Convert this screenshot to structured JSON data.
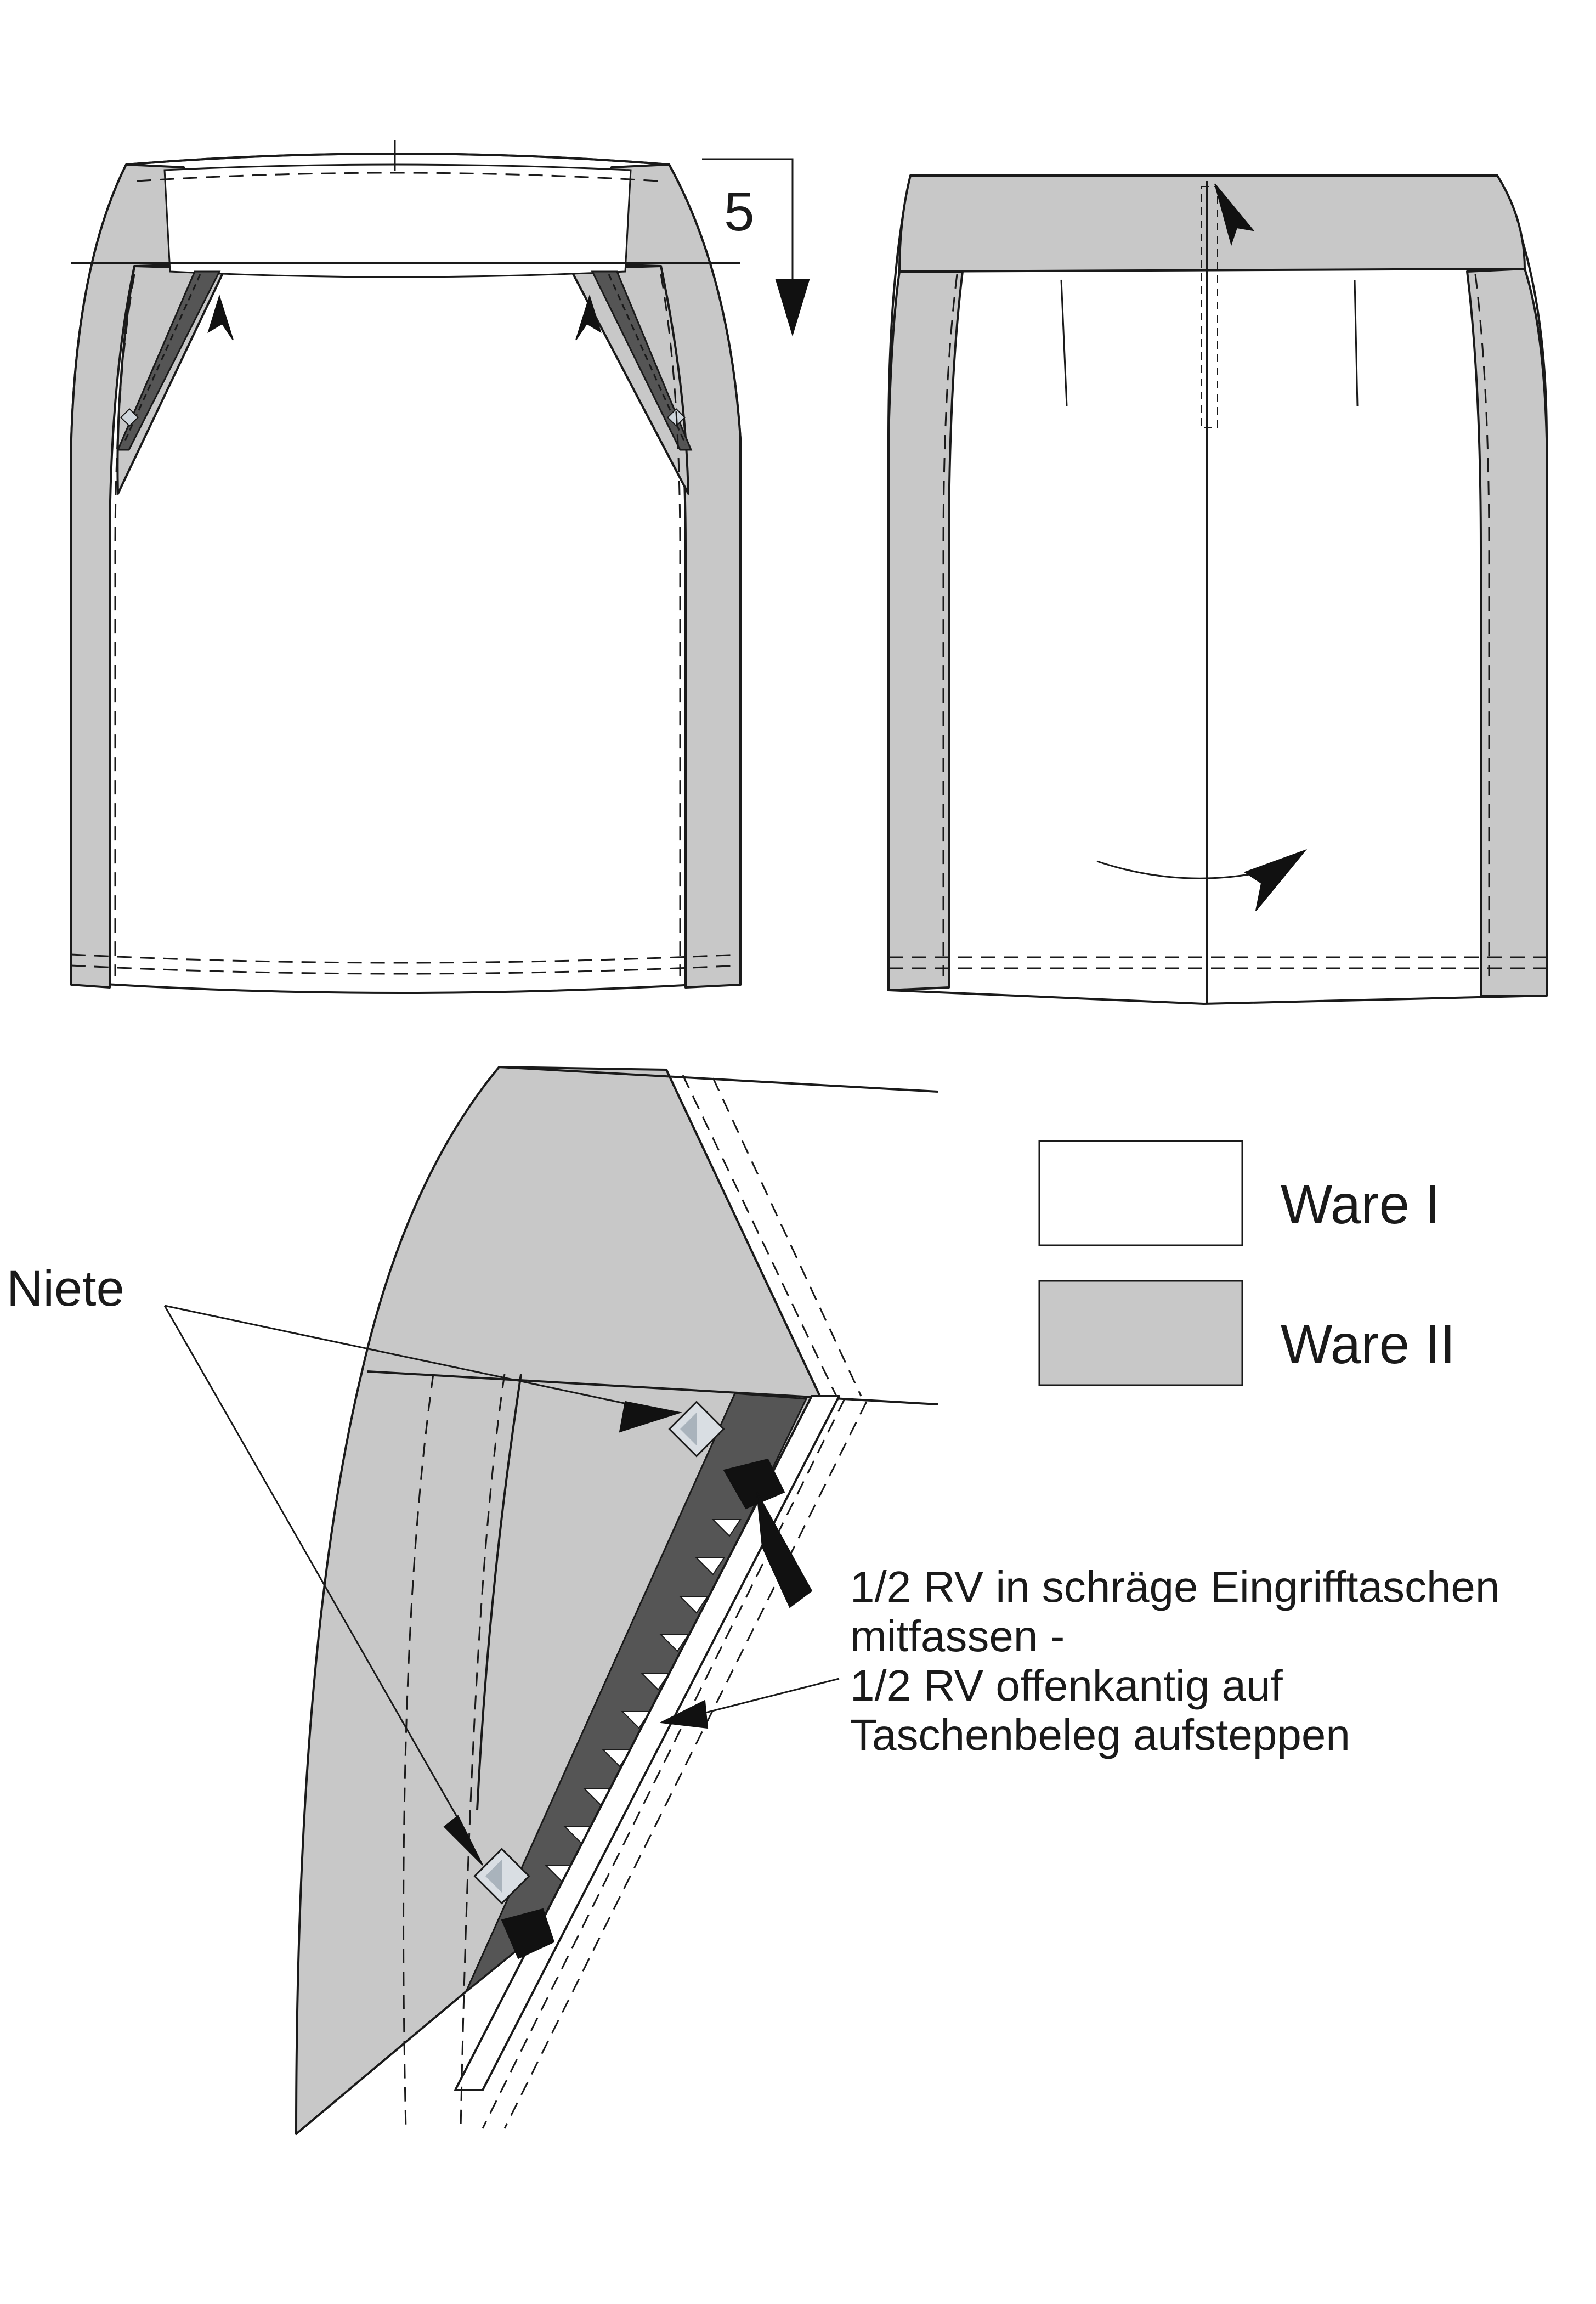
{
  "step_number": "5",
  "labels": {
    "rivet": "Niete",
    "instruction_line1": "1/2 RV in schräge Eingrifftaschen",
    "instruction_line2": "mitfassen -",
    "instruction_line3": "1/2 RV offenkantig auf",
    "instruction_line4": "Taschenbeleg aufsteppen"
  },
  "legend": {
    "items": [
      {
        "label": "Ware I",
        "color": "#ffffff"
      },
      {
        "label": "Ware II",
        "color": "#c8c8c8"
      }
    ]
  },
  "colors": {
    "ware_i": "#ffffff",
    "ware_ii": "#c8c8c8",
    "zipper": "#555555",
    "lines": "#1a1a1a"
  }
}
